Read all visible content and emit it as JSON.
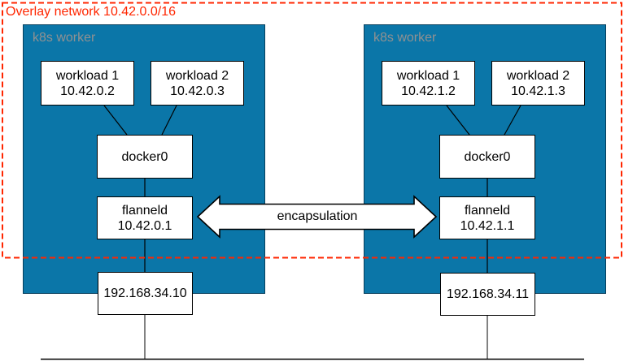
{
  "overlay": {
    "label": "Overlay network 10.42.0.0/16"
  },
  "workers": [
    {
      "name": "k8s worker",
      "workloads": [
        {
          "name": "workload 1",
          "ip": "10.42.0.2"
        },
        {
          "name": "workload 2",
          "ip": "10.42.0.3"
        }
      ],
      "bridge": "docker0",
      "flannel": {
        "name": "flanneld",
        "ip": "10.42.0.1"
      },
      "host_ip": "192.168.34.10"
    },
    {
      "name": "k8s worker",
      "workloads": [
        {
          "name": "workload 1",
          "ip": "10.42.1.2"
        },
        {
          "name": "workload 2",
          "ip": "10.42.1.3"
        }
      ],
      "bridge": "docker0",
      "flannel": {
        "name": "flanneld",
        "ip": "10.42.1.1"
      },
      "host_ip": "192.168.34.11"
    }
  ],
  "arrow": {
    "label": "encapsulation"
  },
  "colors": {
    "worker_fill": "#0b76a8",
    "overlay_border_red": "#ff2600",
    "worker_label_gray": "#919191",
    "node_border": "#000000"
  }
}
